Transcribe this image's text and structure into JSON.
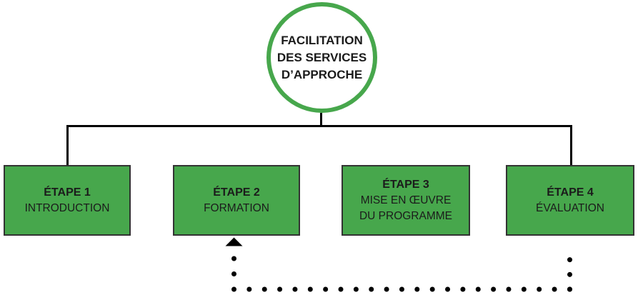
{
  "title": {
    "lines": [
      "FACILITATION",
      "DES SERVICES",
      "D’APPROCHE"
    ]
  },
  "steps": [
    {
      "label": "ÉTAPE 1",
      "desc_lines": [
        "INTRODUCTION"
      ]
    },
    {
      "label": "ÉTAPE 2",
      "desc_lines": [
        "FORMATION"
      ]
    },
    {
      "label": "ÉTAPE 3",
      "desc_lines": [
        "MISE EN ŒUVRE",
        "DU PROGRAMME"
      ]
    },
    {
      "label": "ÉTAPE 4",
      "desc_lines": [
        "ÉVALUATION"
      ]
    }
  ],
  "colors": {
    "green": "#47a74c",
    "box_border": "#333333",
    "line": "#000000",
    "text": "#1b1b1b",
    "background": "#ffffff"
  }
}
